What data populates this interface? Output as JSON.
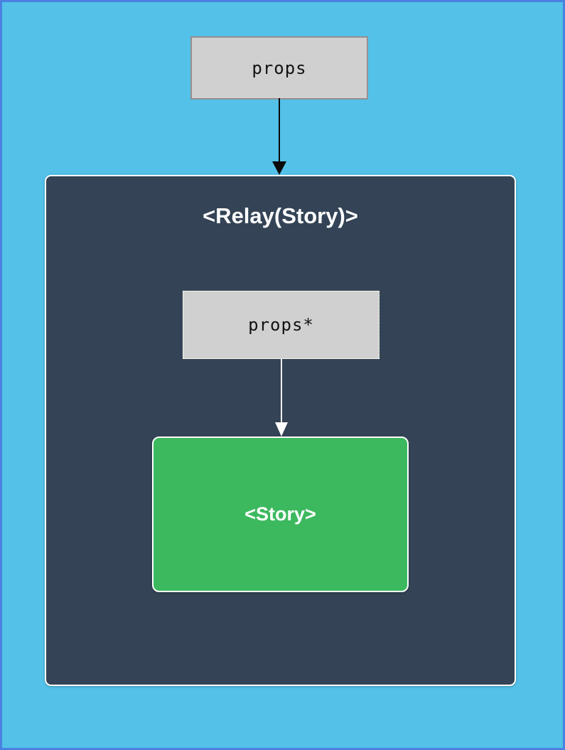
{
  "diagram": {
    "props_box": {
      "label": "props"
    },
    "relay_container": {
      "title": "<Relay(Story)>"
    },
    "inner_props_box": {
      "label": "props*"
    },
    "story_box": {
      "label": "<Story>"
    }
  },
  "colors": {
    "page_background": "#53c1e8",
    "page_frame_border": "#4a81e0",
    "relay_container_fill": "#344456",
    "relay_container_border": "#ffffff",
    "props_box_fill": "#d0d0d0",
    "props_box_border": "#958f8f",
    "story_box_fill": "#3cb95f",
    "story_box_border": "#ffffff",
    "arrow_top": "#0a0a0a",
    "arrow_inner": "#ffffff",
    "text_dark": "#121212",
    "text_light": "#ffffff"
  }
}
